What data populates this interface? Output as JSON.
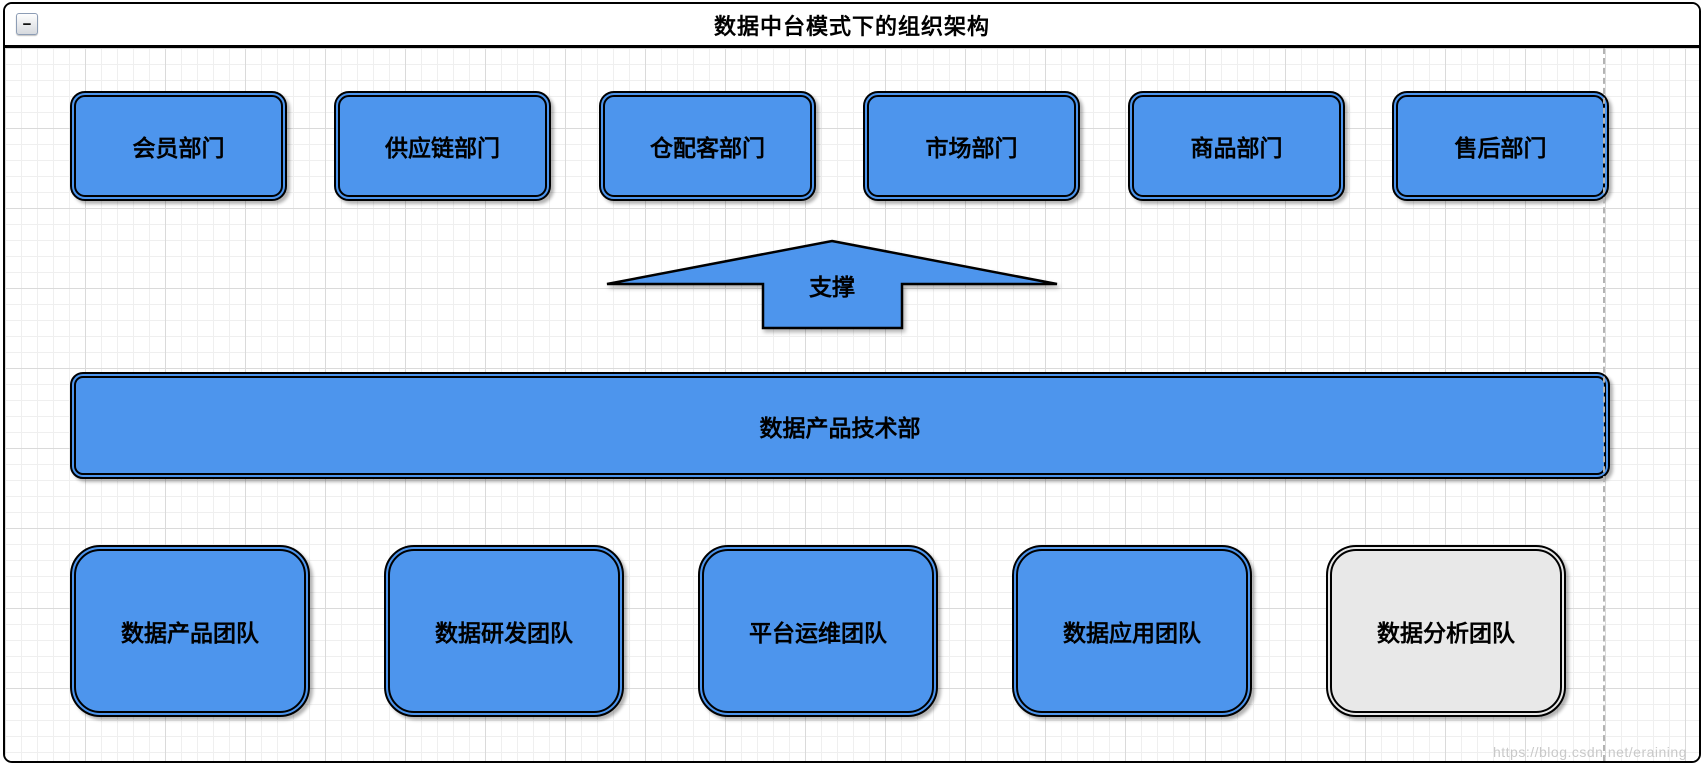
{
  "window": {
    "title": "数据中台模式下的组织架构",
    "collapse_button_glyph": "−"
  },
  "colors": {
    "node_blue": "#4d95ed",
    "node_gray": "#e8e8e8",
    "stroke": "#000000",
    "grid_minor": "#efefef",
    "grid_major": "#dadada"
  },
  "diagram": {
    "top_row": [
      {
        "label": "会员部门"
      },
      {
        "label": "供应链部门"
      },
      {
        "label": "仓配客部门"
      },
      {
        "label": "市场部门"
      },
      {
        "label": "商品部门"
      },
      {
        "label": "售后部门"
      }
    ],
    "arrow": {
      "label": "支撑",
      "direction": "up"
    },
    "middle_box": {
      "label": "数据产品技术部"
    },
    "bottom_row": [
      {
        "label": "数据产品团队",
        "fill": "blue"
      },
      {
        "label": "数据研发团队",
        "fill": "blue"
      },
      {
        "label": "平台运维团队",
        "fill": "blue"
      },
      {
        "label": "数据应用团队",
        "fill": "blue"
      },
      {
        "label": "数据分析团队",
        "fill": "gray"
      }
    ]
  },
  "watermark": "https://blog.csdn.net/eraining"
}
